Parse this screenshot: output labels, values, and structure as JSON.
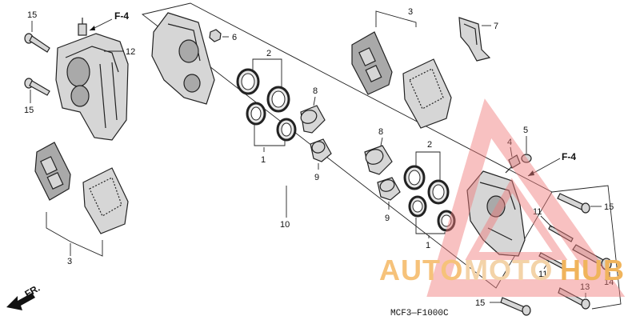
{
  "labels": {
    "c15_top": "15",
    "c15_mid": "15",
    "c15_right": "15",
    "c15_bottom": "15",
    "c12": "12",
    "c3_top": "3",
    "c3_left": "3",
    "c7": "7",
    "c6": "6",
    "c2_top": "2",
    "c2_right": "2",
    "c1_left": "1",
    "c1_right": "1",
    "c8_left": "8",
    "c8_right": "8",
    "c9_left": "9",
    "c9_right": "9",
    "c10": "10",
    "c4": "4",
    "c5": "5",
    "c11_a": "11",
    "c11_b": "11",
    "c13": "13",
    "c14": "14"
  },
  "refs": {
    "f4_top": "F-4",
    "f4_right": "F-4",
    "fr": "FR."
  },
  "diagram_code": "MCF3—F1000C",
  "watermark": {
    "part1": "AUTO",
    "part2": "MOTO",
    "part3": "HUB",
    "color1": "#f6c27a",
    "color2": "#f3d3a8",
    "color3": "#f0b45c",
    "triangle_color": "#ef7a7a"
  }
}
